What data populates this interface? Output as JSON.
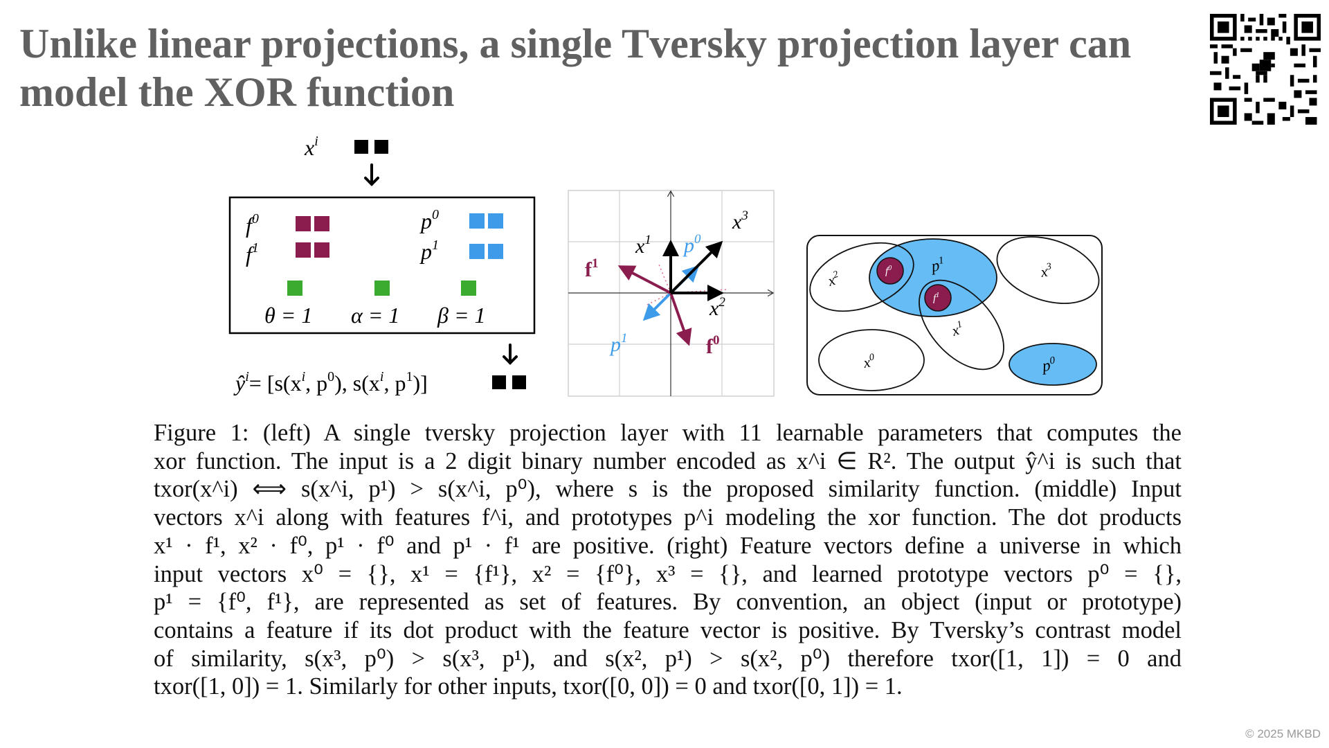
{
  "slide": {
    "title": "Unlike linear projections, a single Tversky projection layer can model the XOR function",
    "copyright": "© 2025 MKBD",
    "qr_icon": "qr-code-with-dinosaur"
  },
  "figure_left": {
    "input_label_base": "x",
    "input_label_sup": "i",
    "features": [
      {
        "base": "f",
        "sup": "0"
      },
      {
        "base": "f",
        "sup": "1"
      }
    ],
    "prototypes": [
      {
        "base": "p",
        "sup": "0"
      },
      {
        "base": "p",
        "sup": "1"
      }
    ],
    "params": [
      "θ = 1",
      "α = 1",
      "β = 1"
    ],
    "output_lhs": "ŷ",
    "output_eq": "= [s(x , p ), s(x , p )]",
    "output_parts": [
      "= [s(x",
      "i",
      ", p",
      "0",
      "), s(x",
      "i",
      ", p",
      "1",
      ")]"
    ],
    "colors": {
      "feature": "#8b1d4e",
      "prototype": "#3d9be9",
      "param": "#3aab2f",
      "bit": "#000000"
    }
  },
  "figure_middle": {
    "vectors": [
      {
        "label": "x",
        "sup": "1",
        "color": "#000000"
      },
      {
        "label": "x",
        "sup": "2",
        "color": "#000000"
      },
      {
        "label": "x",
        "sup": "3",
        "color": "#000000"
      },
      {
        "label": "p",
        "sup": "0",
        "color": "#3d9be9"
      },
      {
        "label": "p",
        "sup": "1",
        "color": "#3d9be9"
      },
      {
        "label": "f",
        "sup": "0",
        "color": "#8b1d4e"
      },
      {
        "label": "f",
        "sup": "1",
        "color": "#8b1d4e"
      }
    ]
  },
  "figure_right": {
    "sets": [
      {
        "label": "x",
        "sup": "2"
      },
      {
        "label": "p",
        "sup": "1"
      },
      {
        "label": "x",
        "sup": "3"
      },
      {
        "label": "x",
        "sup": "1"
      },
      {
        "label": "x",
        "sup": "0"
      },
      {
        "label": "p",
        "sup": "0"
      }
    ],
    "feature_points": [
      {
        "label": "f",
        "sup": "0"
      },
      {
        "label": "f",
        "sup": "1"
      }
    ],
    "colors": {
      "set_fill": "#66bdf5",
      "feature": "#8b1d4e"
    }
  },
  "caption": {
    "lines": [
      "Figure 1:  (left) A single tversky projection layer with 11 learnable parameters that computes the",
      "xor function. The input is a 2 digit binary number encoded as x^i ∈ R². The output ŷ^i is such that",
      "txor(x^i) ⟺ s(x^i, p¹) > s(x^i, p⁰), where s is the proposed similarity function. (middle) Input",
      "vectors x^i along with features f^i, and prototypes p^i modeling the xor function. The dot products",
      "x¹ · f¹, x² · f⁰, p¹ · f⁰ and p¹ · f¹ are positive. (right) Feature vectors define a universe in which",
      "input vectors x⁰ = {}, x¹ = {f¹}, x² = {f⁰}, x³ = {}, and learned prototype vectors p⁰ = {},",
      "p¹ = {f⁰, f¹}, are represented as set of features.  By convention, an object (input or prototype)",
      "contains a feature if its dot product with the feature vector is positive. By Tversky’s contrast model",
      "of similarity, s(x³, p⁰) > s(x³, p¹), and s(x², p¹) > s(x², p⁰) therefore txor([1, 1]) = 0 and",
      "txor([1, 0]) = 1. Similarly for other inputs, txor([0, 0]) = 0 and txor([0, 1]) = 1."
    ]
  }
}
